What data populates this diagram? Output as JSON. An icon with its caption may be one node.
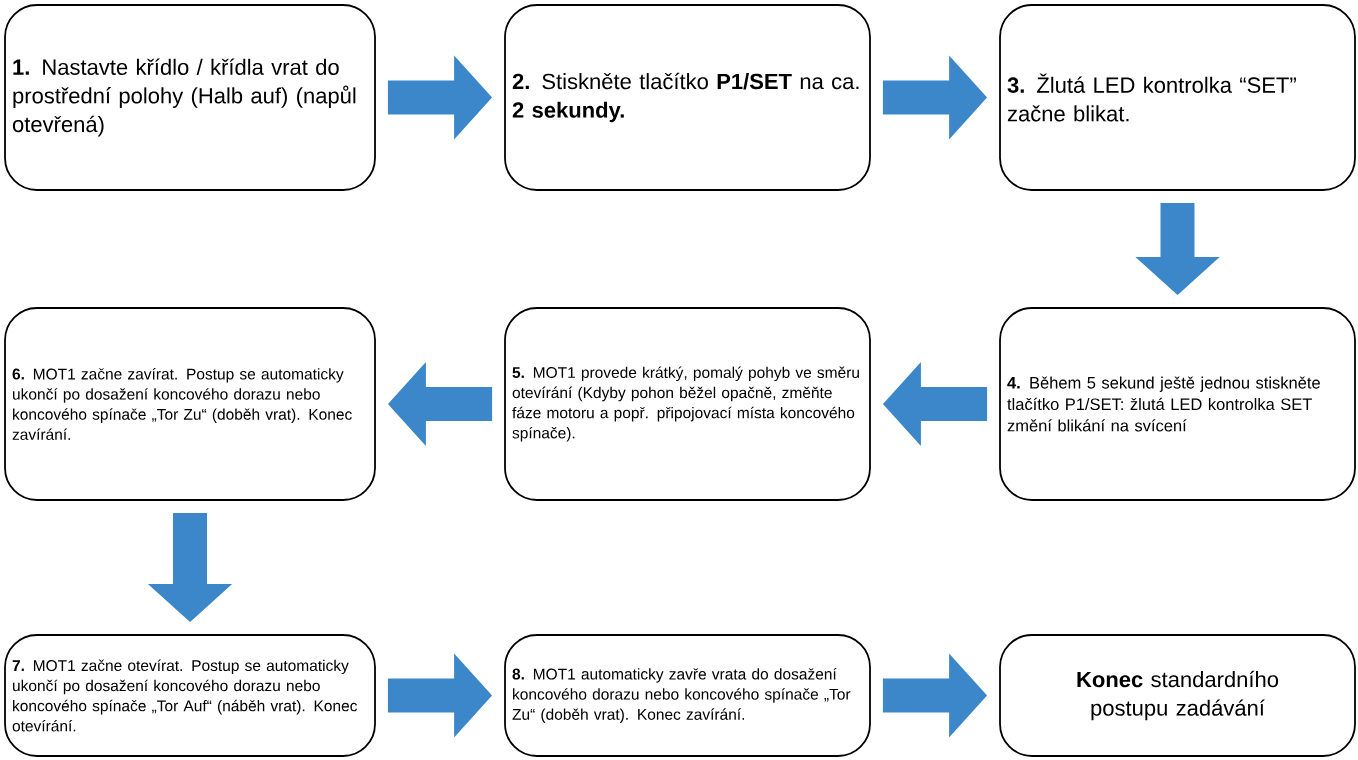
{
  "diagram": {
    "nodes": [
      {
        "text": [
          "**1.** Nastavte křídlo / křídla vrat do prostřední polohy (Halb auf) (napůl otevřená)"
        ]
      },
      {
        "text": [
          "**2.** Stiskněte tlačítko **P1/SET** na ca. **2 sekundy.**"
        ]
      },
      {
        "text": [
          "**3.** Žlutá LED kontrolka “SET” začne blikat."
        ]
      },
      {
        "text": [
          "**4.** Během 5 sekund ještě jednou stiskněte tlačítko P1/SET: žlutá LED kontrolka SET změní blikání na svícení"
        ]
      },
      {
        "text": [
          "**5.** MOT1 provede krátký, pomalý pohyb ve směru otevírání (Kdyby pohon běžel opačně, změňte fáze motoru a popř. připojovací místa koncového spínače)."
        ]
      },
      {
        "text": [
          "**6.** MOT1 začne zavírat. Postup se automaticky ukončí po dosažení koncového dorazu nebo koncového spínače „Tor Zu“ (doběh vrat). Konec zavírání."
        ]
      },
      {
        "text": [
          "**7.** MOT1 začne otevírat. Postup se automaticky ukončí po dosažení koncového dorazu nebo koncového spínače „Tor Auf“ (náběh vrat). Konec otevírání."
        ]
      },
      {
        "text": [
          "**8.** MOT1 automaticky zavře vrata do dosažení koncového dorazu nebo koncového spínače „Tor Zu“ (doběh vrat). Konec zavírání."
        ]
      },
      {
        "text": [
          "**Konec** standardního postupu zadávání"
        ]
      }
    ],
    "edges": [
      {
        "from": 0,
        "to": 1,
        "arrow": "to"
      },
      {
        "from": 1,
        "to": 2,
        "arrow": "to"
      },
      {
        "from": 2,
        "to": 3,
        "arrow": "to"
      },
      {
        "from": 3,
        "to": 4,
        "arrow": "to"
      },
      {
        "from": 4,
        "to": 5,
        "arrow": "to"
      },
      {
        "from": 5,
        "to": 6,
        "arrow": "to"
      },
      {
        "from": 6,
        "to": 7,
        "arrow": "to"
      },
      {
        "from": 7,
        "to": 8,
        "arrow": "to"
      }
    ]
  }
}
